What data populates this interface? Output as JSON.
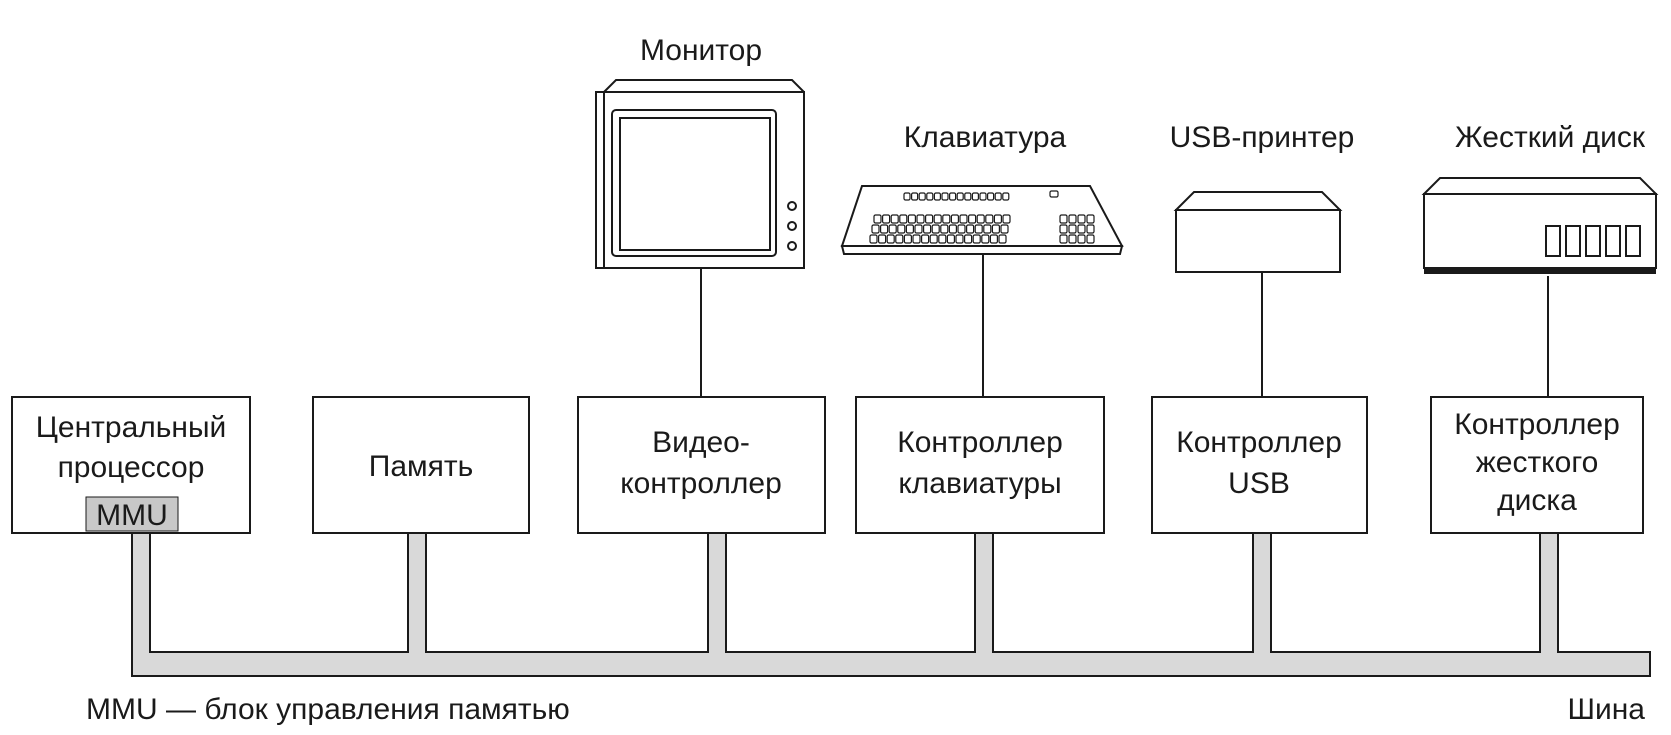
{
  "controllers": {
    "cpu": {
      "line1": "Центральный",
      "line2": "процессор",
      "mmu": "MMU"
    },
    "memory": {
      "line1": "Память"
    },
    "video": {
      "line1": "Видео-",
      "line2": "контроллер"
    },
    "keyboard": {
      "line1": "Контроллер",
      "line2": "клавиатуры"
    },
    "usb": {
      "line1": "Контроллер",
      "line2": "USB"
    },
    "disk": {
      "line1": "Контроллер",
      "line2": "жесткого",
      "line3": "диска"
    }
  },
  "devices": {
    "monitor": "Монитор",
    "keyboard": "Клавиатура",
    "printer": "USB-принтер",
    "harddisk": "Жесткий диск"
  },
  "footer": {
    "mmu_note": "MMU — блок управления памятью",
    "bus_label": "Шина"
  },
  "colors": {
    "bus_fill": "#d9d9d9",
    "mmu_fill": "#c8c8c8",
    "stroke": "#1a1a1a"
  }
}
